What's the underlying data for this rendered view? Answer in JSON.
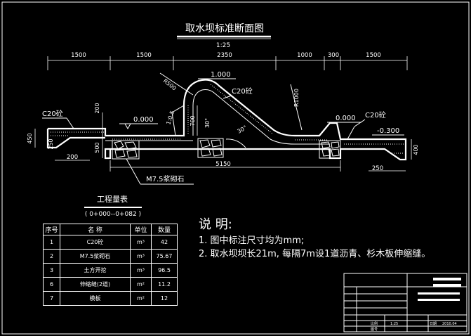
{
  "drawing_title": "取水坝标准断面图",
  "scale": "1:25",
  "top_dims": [
    "1500",
    "1500",
    "2350",
    "1000",
    "300",
    "1500"
  ],
  "bottom_dims": {
    "total": "5150",
    "left_a": "200",
    "right_a": "250"
  },
  "vertical_dims": {
    "left_h": "450",
    "h200": "200",
    "h500": "500",
    "h250": "250",
    "h700": "700",
    "right_h": "400"
  },
  "labels": {
    "c20_left": "C20砼",
    "c20_mid": "C20砼",
    "c20_right": "C20砼",
    "elev_left": "0.000",
    "elev_right": "0.000",
    "elev_neg": "-0.300",
    "elev_top": "1.000",
    "radius_top": "R500",
    "radius_right": "R1000",
    "slope": "1:0.5",
    "angle_a": "30°",
    "angle_b": "30°",
    "masonry": "M7.5浆砌石"
  },
  "table": {
    "title": "工程量表",
    "subtitle": "( 0+000--0+082 )",
    "headers": [
      "序号",
      "名    称",
      "单位",
      "数量"
    ],
    "rows": [
      [
        "1",
        "C20砼",
        "m³",
        "42"
      ],
      [
        "2",
        "M7.5浆砌石",
        "m³",
        "75.67"
      ],
      [
        "3",
        "土方开挖",
        "m³",
        "96.5"
      ],
      [
        "6",
        "伸缩缝(2道)",
        "m²",
        "11.2"
      ],
      [
        "7",
        "模板",
        "m²",
        "12"
      ]
    ]
  },
  "notes": {
    "heading": "说 明:",
    "line1": "1. 图中标注尺寸均为mm;",
    "line2": "2. 取水坝坝长21m, 每隔7m设1道沥青、杉木板伸缩缝。"
  },
  "title_block": {
    "scale_label": "比例",
    "scale_value": "1:25",
    "date_label": "日期",
    "date_value": "2010.04",
    "drawing_no_label": "图号"
  }
}
